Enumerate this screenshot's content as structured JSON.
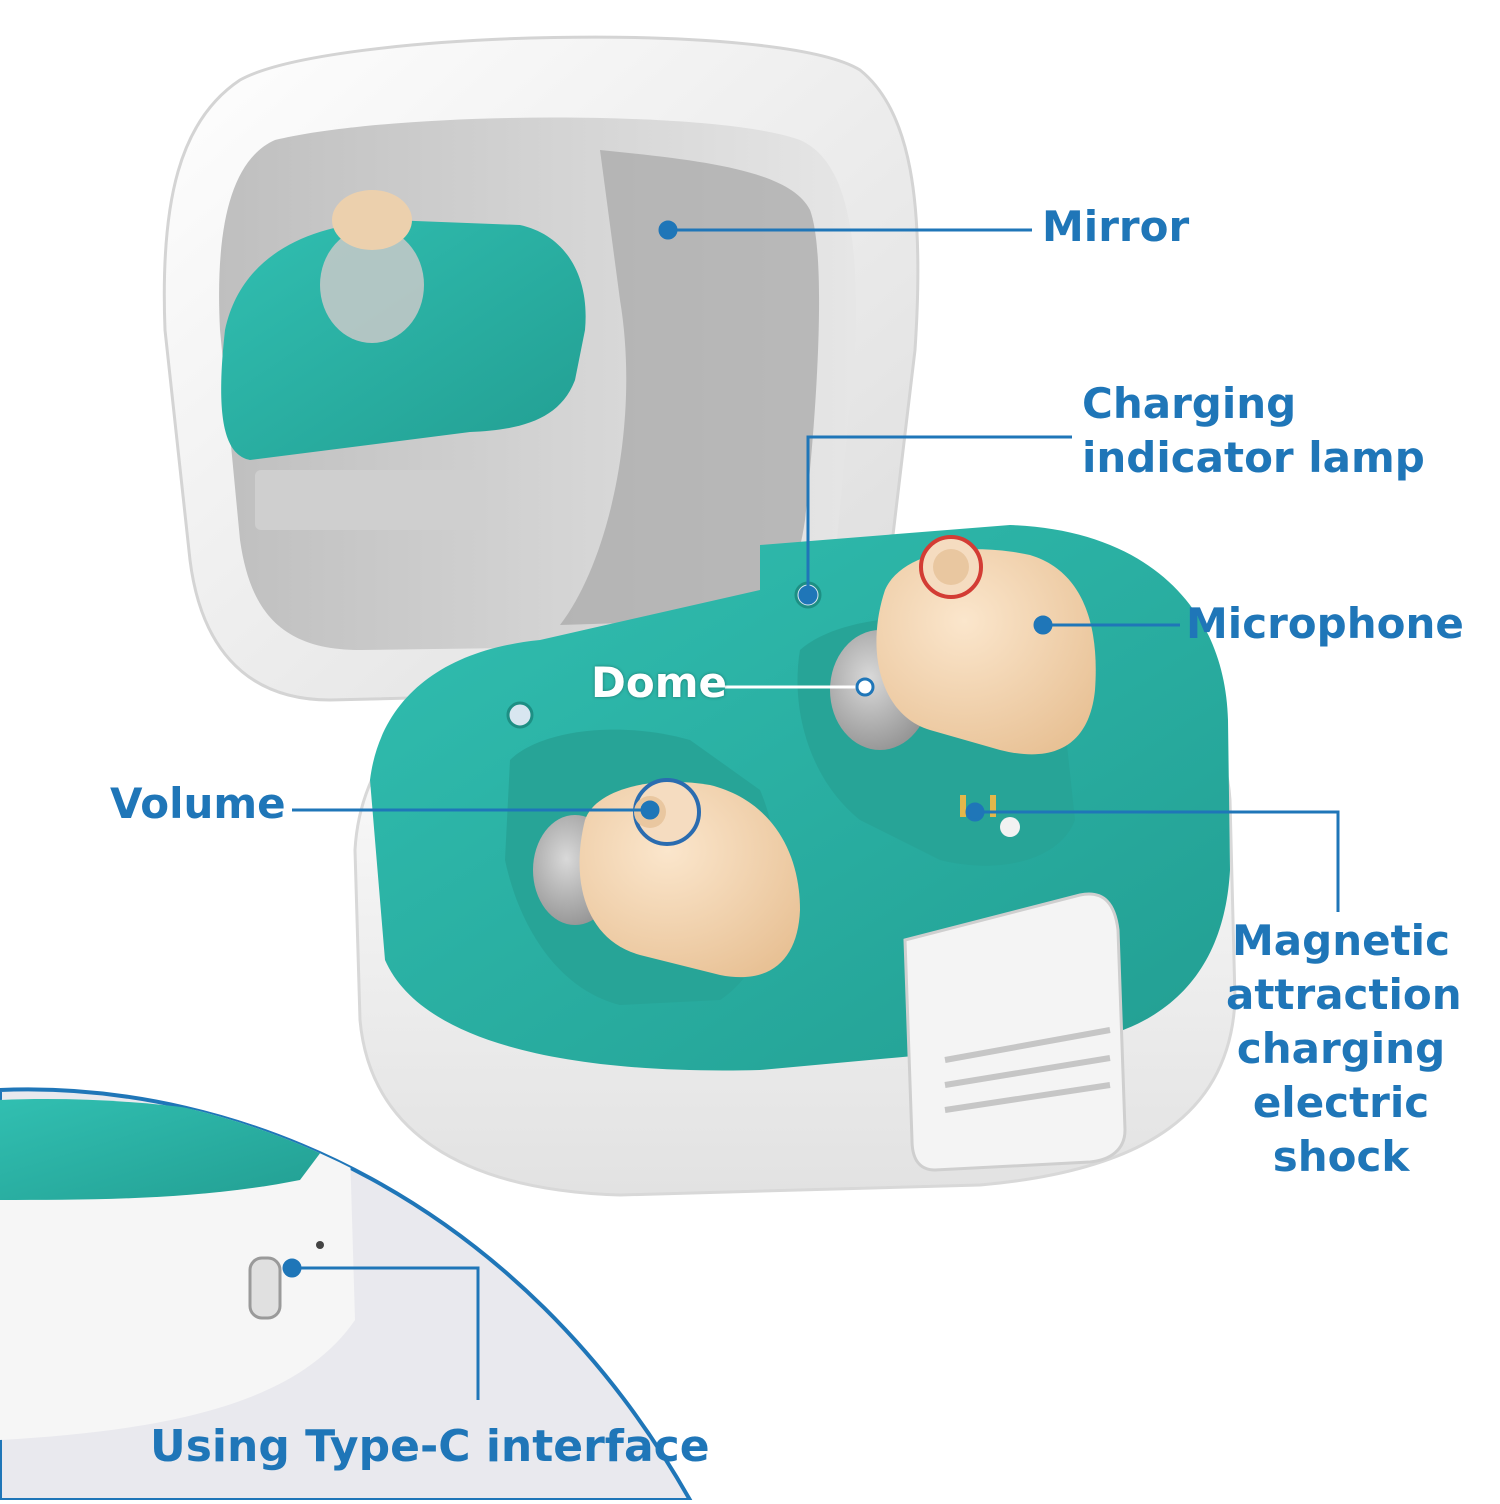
{
  "colors": {
    "accent": "#1f76b8",
    "teal": "#2cb3a5",
    "case_white": "#f3f3f3",
    "earpiece_beige": "#f2d2ad"
  },
  "labels": {
    "mirror": "Mirror",
    "charging_line1": "Charging",
    "charging_line2": "indicator lamp",
    "microphone": "Microphone",
    "dome": "Dome",
    "volume": "Volume",
    "magnetic_line1": "Magnetic",
    "magnetic_line2": "attraction",
    "magnetic_line3": "charging",
    "magnetic_line4": "electric",
    "magnetic_line5": "shock",
    "typec": "Using Type-C interface"
  }
}
